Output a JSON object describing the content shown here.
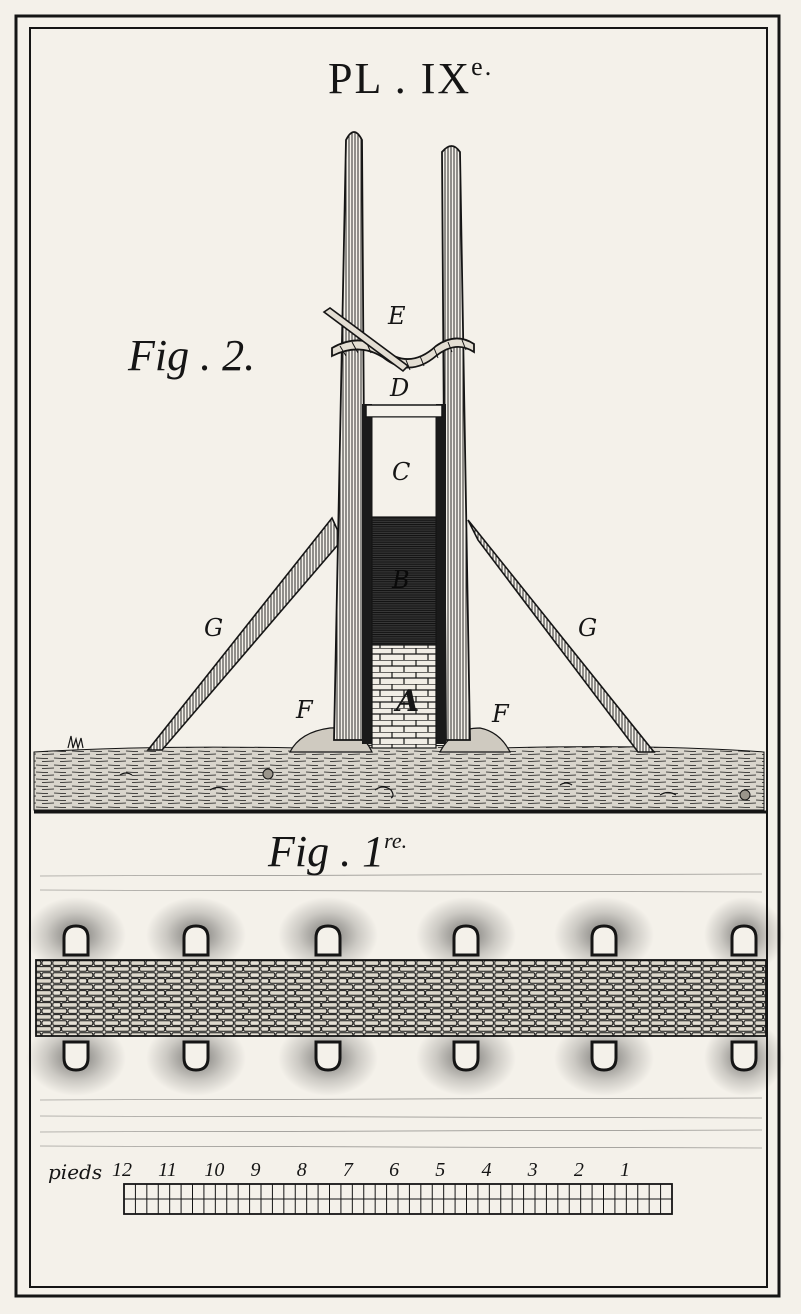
{
  "plate": {
    "title": "PL . IX",
    "title_sup": "e."
  },
  "fig2": {
    "label": "Fig . 2.",
    "letters": {
      "E": "E",
      "D": "D",
      "C": "C",
      "B": "B",
      "A": "A",
      "F_left": "F",
      "F_right": "F",
      "G_left": "G",
      "G_right": "G"
    }
  },
  "fig1": {
    "label": "Fig . 1",
    "label_sup": "re."
  },
  "scale": {
    "unit_label": "pieds",
    "numbers": [
      "12",
      "11",
      "10",
      "9",
      "8",
      "7",
      "6",
      "5",
      "4",
      "3",
      "2",
      "1"
    ]
  },
  "colors": {
    "ink": "#151515",
    "paper": "#f4f1ea",
    "shade": "#3a3a3a"
  }
}
